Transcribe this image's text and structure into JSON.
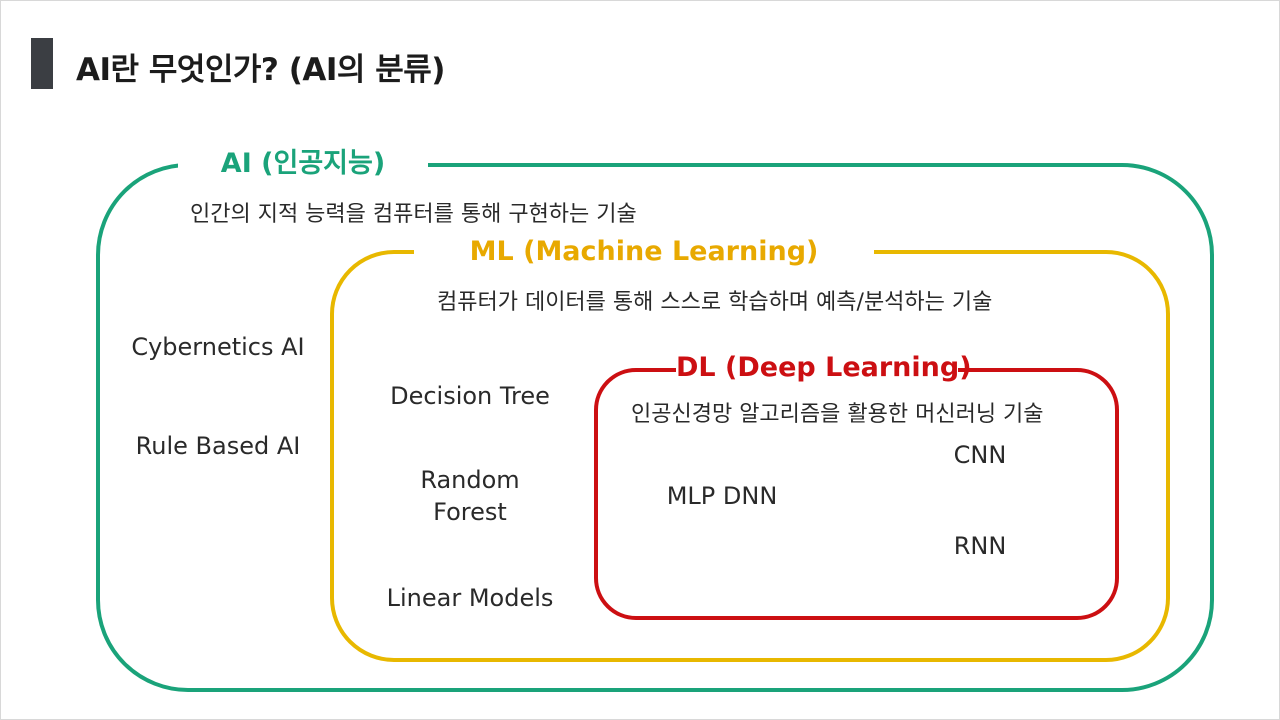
{
  "slide": {
    "title": "AI란 무엇인가? (AI의 분류)"
  },
  "colors": {
    "ai": "#1aa37a",
    "ml": "#e8b800",
    "dl": "#cc0f12",
    "title_bar": "#3b3e43"
  },
  "ai": {
    "title": "AI (인공지능)",
    "description": "인간의 지적 능력을 컴퓨터를 통해 구현하는 기술",
    "items": [
      "Cybernetics AI",
      "Rule Based AI"
    ]
  },
  "ml": {
    "title": "ML (Machine Learning)",
    "description": "컴퓨터가 데이터를 통해 스스로 학습하며 예측/분석하는 기술",
    "items": [
      "Decision Tree",
      "Random Forest",
      "Linear Models"
    ]
  },
  "dl": {
    "title": "DL (Deep Learning)",
    "description": "인공신경망 알고리즘을 활용한 머신러닝 기술",
    "items": [
      "MLP DNN",
      "CNN",
      "RNN"
    ]
  }
}
